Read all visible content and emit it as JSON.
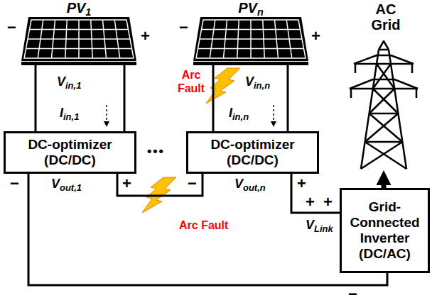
{
  "diagram": {
    "nodes": [
      {
        "text": [
          "PV1"
        ]
      },
      {
        "text": [
          "PVn"
        ]
      },
      {
        "text": [
          "AC Grid"
        ]
      },
      {
        "text": [
          "DC-optimizer (DC/DC)"
        ]
      },
      {
        "text": [
          "DC-optimizer (DC/DC)"
        ]
      },
      {
        "text": [
          "Grid-Connected Inverter (DC/AC)"
        ]
      }
    ],
    "edges": [
      {
        "from": 0,
        "to": 3,
        "arrow": "none"
      },
      {
        "from": 0,
        "to": 3,
        "arrow": "none"
      },
      {
        "from": 1,
        "to": 4,
        "arrow": "none"
      },
      {
        "from": 1,
        "to": 4,
        "arrow": "none"
      },
      {
        "from": 3,
        "to": 4,
        "arrow": "none"
      },
      {
        "from": 4,
        "to": 5,
        "arrow": "none"
      },
      {
        "from": 3,
        "to": 5,
        "arrow": "none"
      },
      {
        "from": 5,
        "to": 2,
        "arrow": "to"
      }
    ],
    "labels": [
      "−",
      "+",
      "Vin,1",
      "Iin,1",
      "Arc Fault",
      "−",
      "+",
      "Vin,n",
      "Iin,n",
      "•••",
      "−",
      "Vout,1",
      "+",
      "−",
      "Vout,n",
      "+",
      "+",
      "+",
      "VLink",
      "Arc Fault",
      "−"
    ]
  }
}
